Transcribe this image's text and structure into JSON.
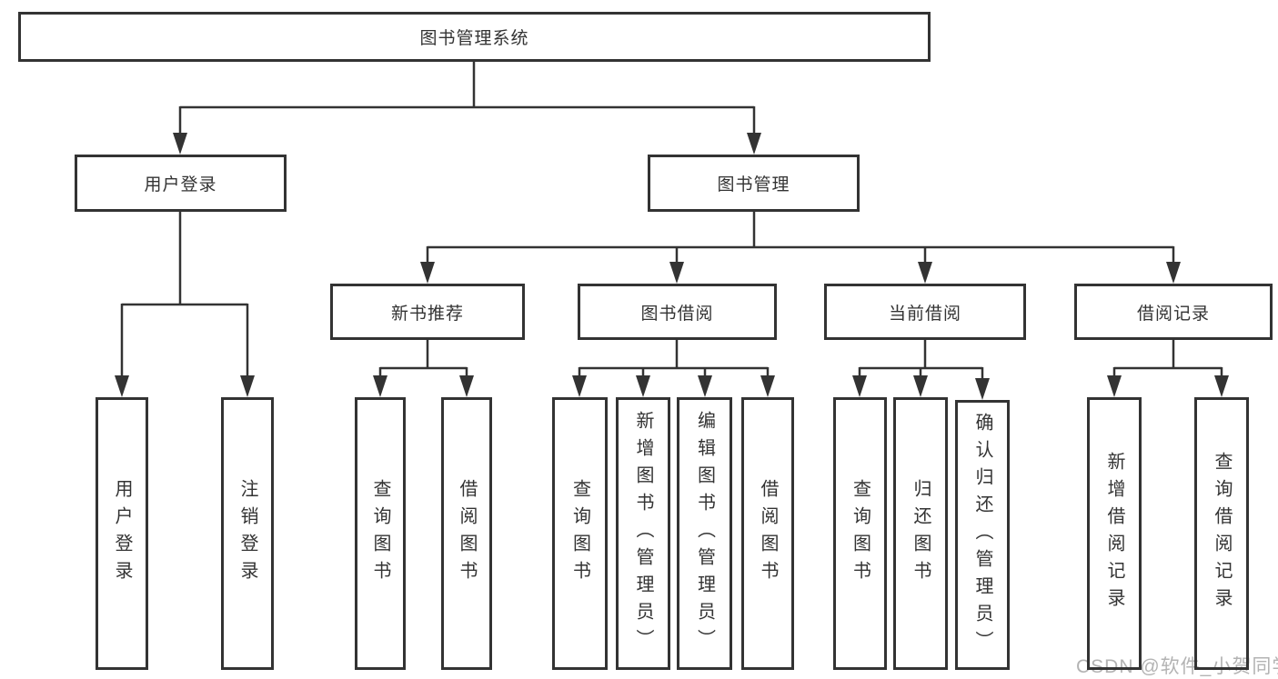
{
  "tree": {
    "root": {
      "label": "图书管理系统"
    },
    "children": [
      {
        "label": "用户登录",
        "children": [
          {
            "label": "用户登录"
          },
          {
            "label": "注销登录"
          }
        ]
      },
      {
        "label": "图书管理",
        "children": [
          {
            "label": "新书推荐",
            "children": [
              {
                "label": "查询图书"
              },
              {
                "label": "借阅图书"
              }
            ]
          },
          {
            "label": "图书借阅",
            "children": [
              {
                "label": "查询图书"
              },
              {
                "label": "新增图书（管理员）"
              },
              {
                "label": "编辑图书（管理员）"
              },
              {
                "label": "借阅图书"
              }
            ]
          },
          {
            "label": "当前借阅",
            "children": [
              {
                "label": "查询图书"
              },
              {
                "label": "归还图书"
              },
              {
                "label": "确认归还（管理员）"
              }
            ]
          },
          {
            "label": "借阅记录",
            "children": [
              {
                "label": "新增借阅记录"
              },
              {
                "label": "查询借阅记录"
              }
            ]
          }
        ]
      }
    ]
  },
  "watermark": {
    "text": "CSDN @软件_小贺同学"
  },
  "colors": {
    "line": "#333333",
    "text": "#333333",
    "box_background": "#ffffff",
    "watermark": "#b3b3b3"
  }
}
